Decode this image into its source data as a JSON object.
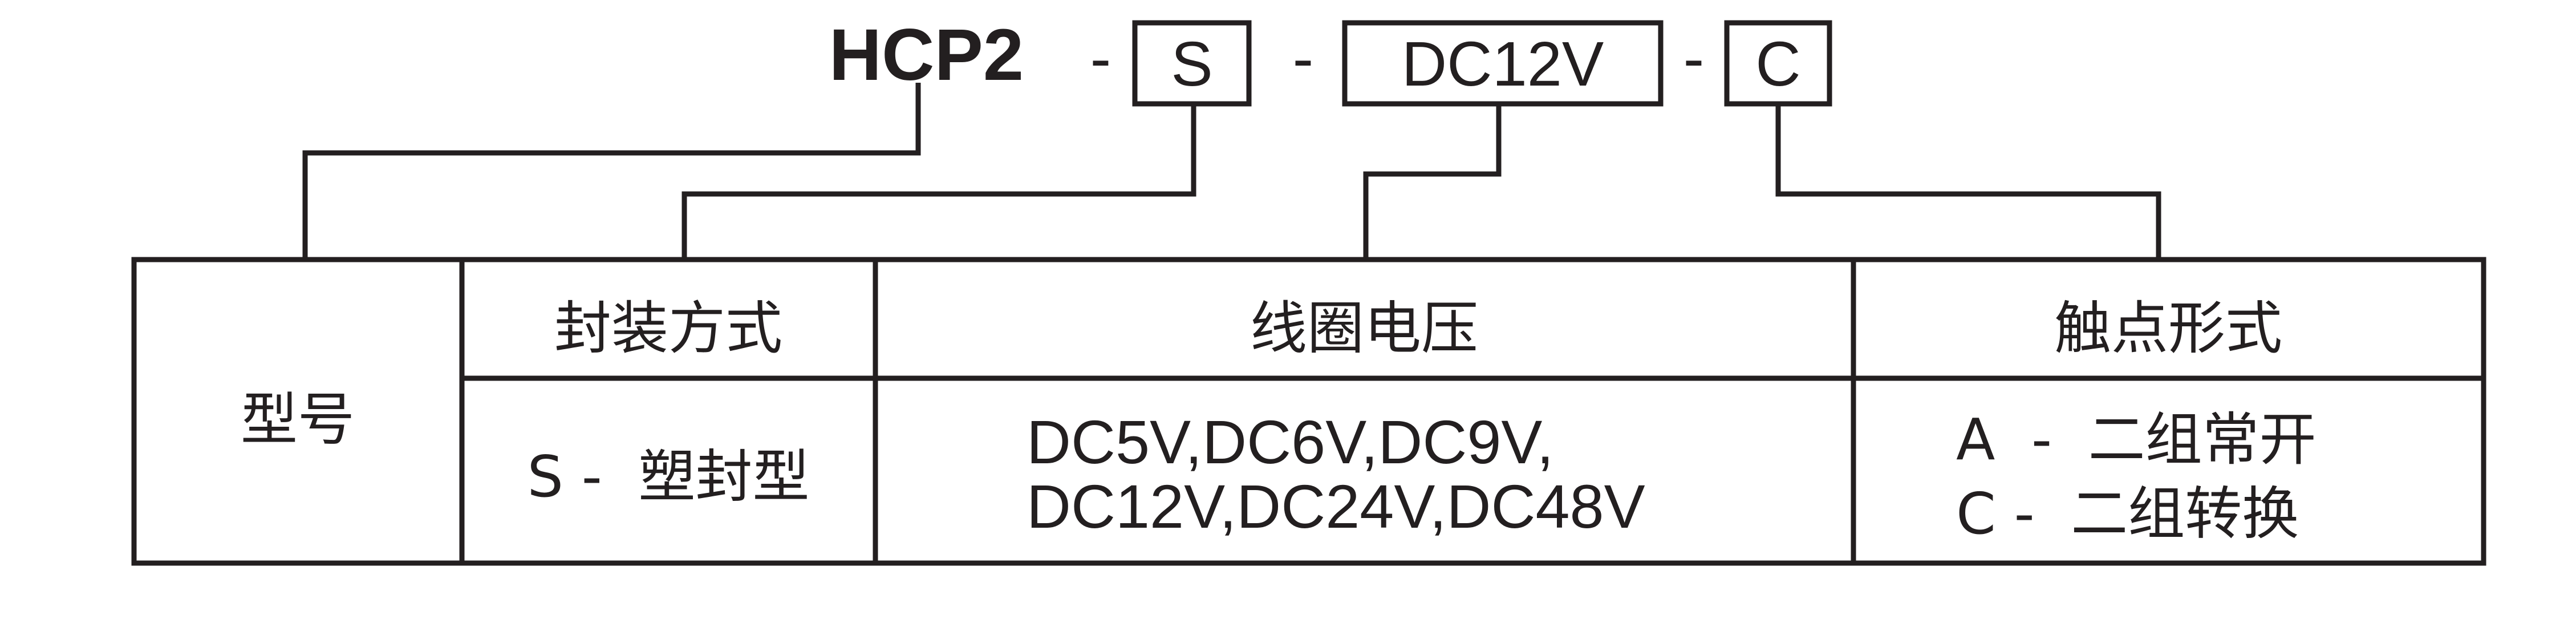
{
  "code": {
    "model": "HCP2",
    "dash1": "-",
    "box1": "S",
    "dash2": "-",
    "box2": "DC12V",
    "dash3": "-",
    "box3": "C"
  },
  "table": {
    "model_label": "型号",
    "headers": [
      "封装方式",
      "线圈电压",
      "触点形式"
    ],
    "packaging_value": "S -  塑封型",
    "voltage_values": [
      "DC5V,DC6V,DC9V,",
      "DC12V,DC24V,DC48V"
    ],
    "contact_values": [
      "A  -  二组常开",
      "C -  二组转换"
    ]
  },
  "colors": {
    "ink": "#231f20",
    "background": "#ffffff"
  }
}
